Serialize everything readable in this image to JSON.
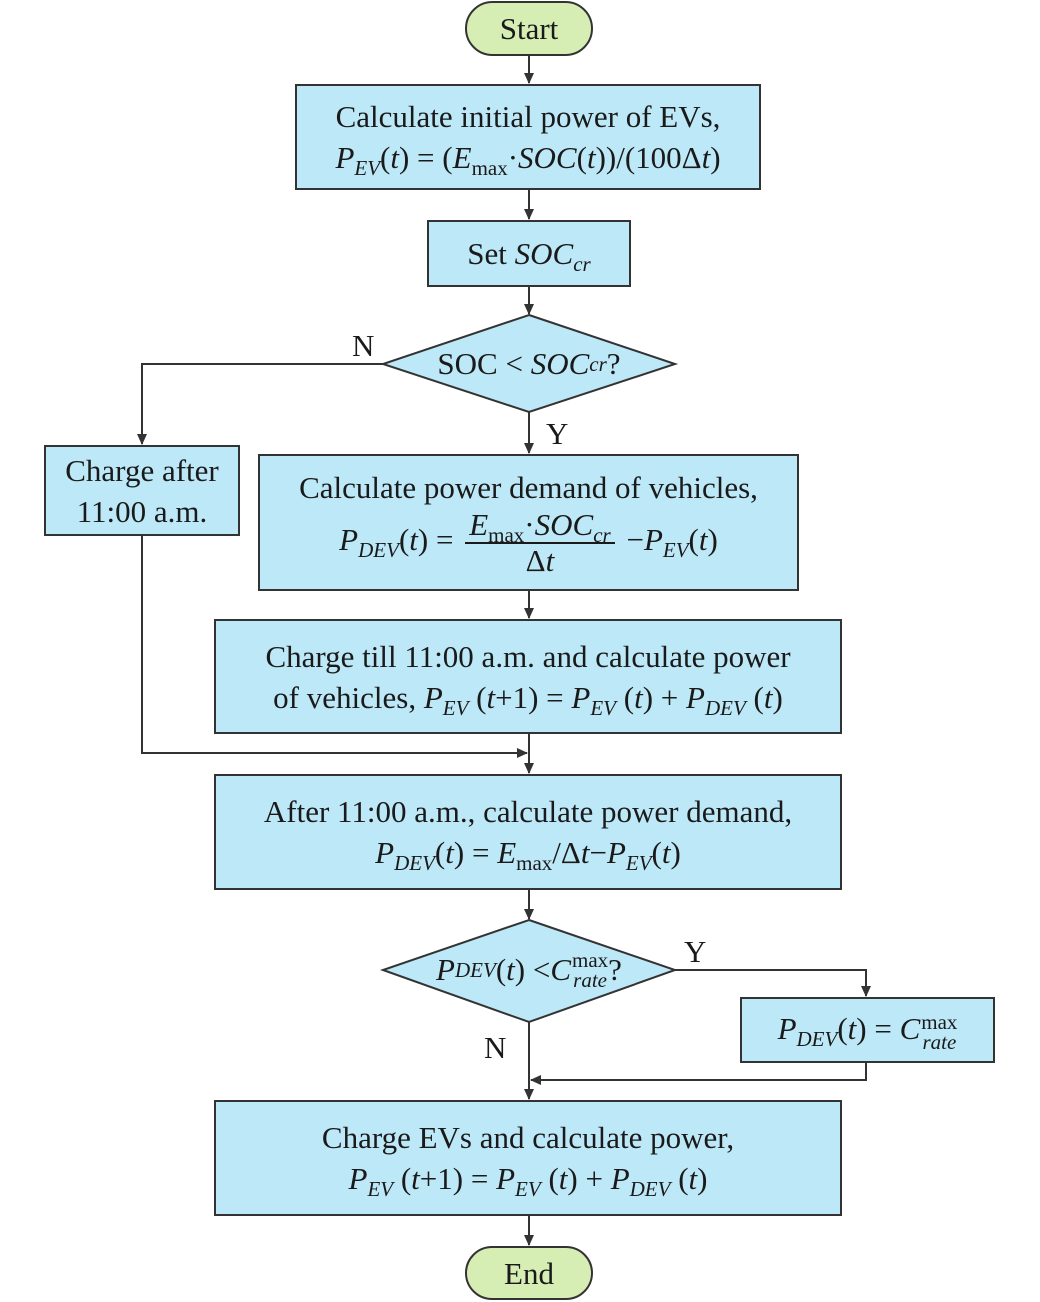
{
  "nodes": {
    "start": "Start",
    "calc_initial": {
      "line1": "Calculate initial power of EVs,",
      "formula": "P_EV(t) = (E_max·SOC(t))/(100Δt)"
    },
    "set_soc": "Set SOC_cr",
    "decision_soc": "SOC < SOC_cr?",
    "charge_after": "Charge after 11:00 a.m.",
    "calc_demand": {
      "line1": "Calculate power demand of vehicles,",
      "formula": "P_DEV(t) = (E_max·SOC_cr)/Δt − P_EV(t)"
    },
    "charge_till": {
      "line1": "Charge till 11:00 a.m. and calculate power",
      "formula": "of vehicles, P_EV(t+1) = P_EV(t) + P_DEV(t)"
    },
    "after_11": {
      "line1": "After 11:00 a.m., calculate power demand,",
      "formula": "P_DEV(t) = E_max/Δt − P_EV(t)"
    },
    "decision_rate": "P_DEV(t) < C_rate^max?",
    "set_rate": "P_DEV(t) = C_rate^max",
    "charge_evs": {
      "line1": "Charge EVs and calculate power,",
      "formula": "P_EV(t+1) = P_EV(t) + P_DEV(t)"
    },
    "end": "End"
  },
  "edge_labels": {
    "soc_no": "N",
    "soc_yes": "Y",
    "rate_yes": "Y",
    "rate_no": "N"
  },
  "colors": {
    "process_fill": "#bde8f7",
    "terminal_fill": "#d6eeb4",
    "stroke": "#333333"
  }
}
